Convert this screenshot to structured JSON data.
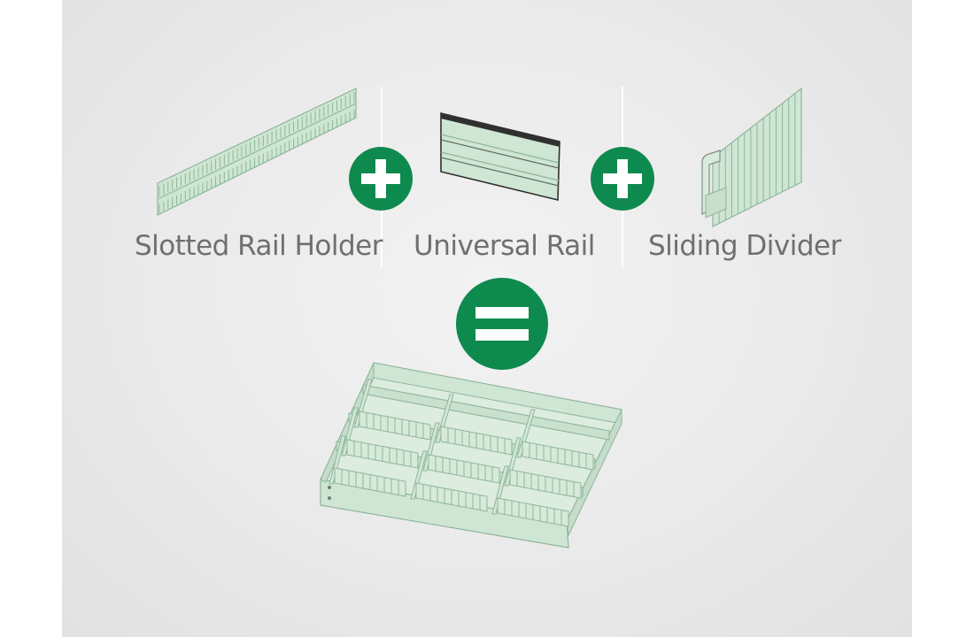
{
  "components": [
    {
      "key": "slotted_rail_holder",
      "label": "Slotted Rail Holder"
    },
    {
      "key": "universal_rail",
      "label": "Universal Rail"
    },
    {
      "key": "sliding_divider",
      "label": "Sliding Divider"
    }
  ],
  "operators": [
    "plus",
    "plus",
    "equals"
  ],
  "colors": {
    "accent": "#0f8a4e",
    "part_fill": "#cfe6d4",
    "part_stroke": "#8fb59a",
    "label_text": "#6f6f6f",
    "background": "#ebebeb"
  }
}
